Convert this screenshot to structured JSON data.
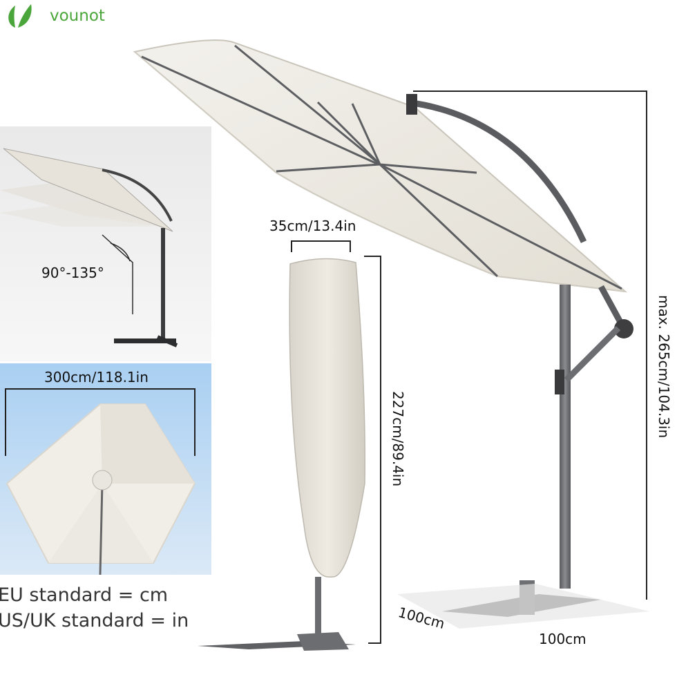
{
  "brand": {
    "name": "vounot"
  },
  "tilt_panel": {
    "angle_label": "90°-135°"
  },
  "top_view_panel": {
    "diameter_label": "300cm/118.1in"
  },
  "cover": {
    "width_label": "35cm/13.4in",
    "height_label": "227cm/89.4in"
  },
  "umbrella": {
    "height_label": "max. 265cm/104.3in",
    "base_depth_label": "100cm",
    "base_width_label": "100cm"
  },
  "notes": {
    "eu": "EU standard = cm",
    "us": "US/UK standard = in"
  },
  "colors": {
    "canopy": "#ece8df",
    "pole": "#6e6f72",
    "brand_green": "#4aa53a",
    "panel_blue": "#b9d8f3"
  }
}
